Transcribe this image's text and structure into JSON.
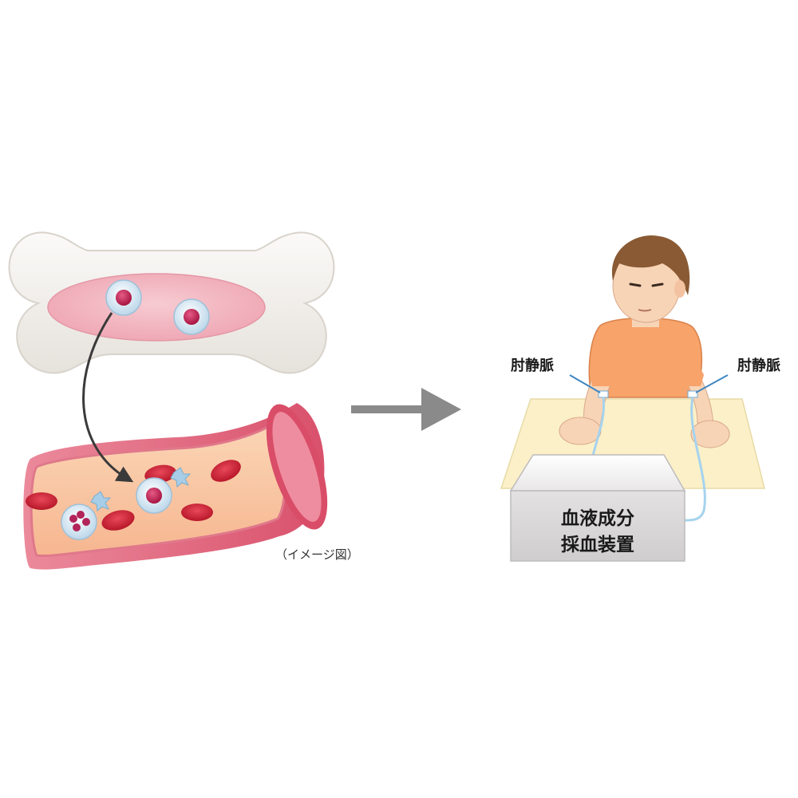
{
  "caption": "（イメージ図）",
  "labels": {
    "vein_left": "肘静脈",
    "vein_right": "肘静脈",
    "machine_line1": "血液成分",
    "machine_line2": "採血装置"
  },
  "colors": {
    "bone": "#f4f1ec",
    "marrow": "#f0b6c0",
    "vessel_wall": "#e46f85",
    "vessel_inner": "#f9c9a4",
    "red_blood_cell": "#d2263a",
    "stem_cell_ring": "#cfe3f0",
    "stem_cell_nucleus": "#c52a55",
    "arrow_gray": "#8a8a8a",
    "shirt": "#f7a36a",
    "skin": "#f8d4b6",
    "hair": "#8a5a34",
    "table": "#fbf0c8",
    "machine": "#dcdadb",
    "tube": "#a6d3ee",
    "leader_line": "#3f86c1"
  }
}
